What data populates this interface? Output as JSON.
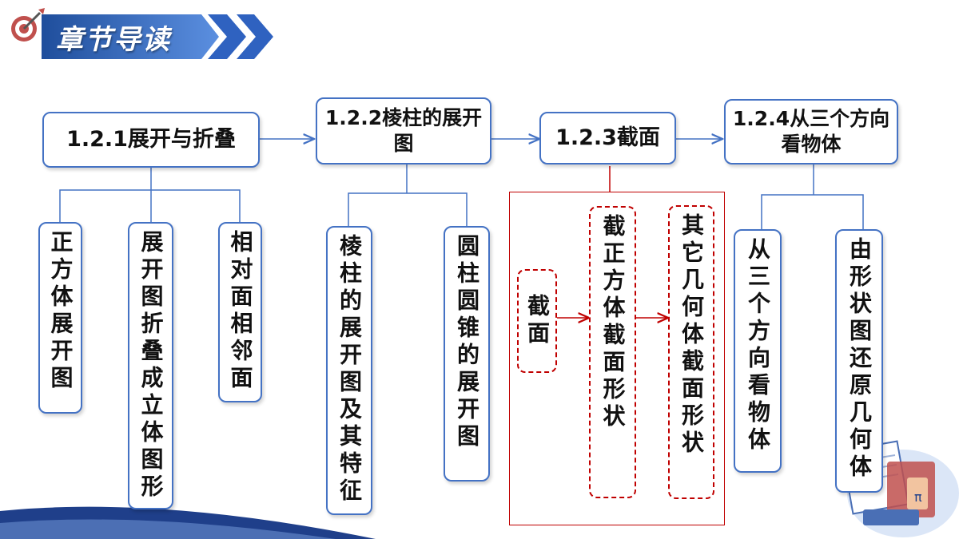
{
  "header": {
    "title": "章节导读"
  },
  "top_boxes": [
    {
      "label": "1.2.1展开与折叠"
    },
    {
      "label": "1.2.2棱柱的展开图"
    },
    {
      "label": "1.2.3截面"
    },
    {
      "label": "1.2.4从三个方向看物体"
    }
  ],
  "sub_boxes": [
    {
      "label": "正方体展开图"
    },
    {
      "label": "展开图折叠成立体图形"
    },
    {
      "label": "相对面相邻面"
    },
    {
      "label": "棱柱的展开图及其特征"
    },
    {
      "label": "圆柱圆锥的展开图"
    },
    {
      "label": "截面"
    },
    {
      "label": "截正方体截面形状"
    },
    {
      "label": "其它几何体截面形状"
    },
    {
      "label": "从三个方向看物体"
    },
    {
      "label": "由形状图还原几何体"
    }
  ],
  "colors": {
    "accent": "#4472c4",
    "highlight": "#c00000",
    "banner": "#3f72c9"
  }
}
